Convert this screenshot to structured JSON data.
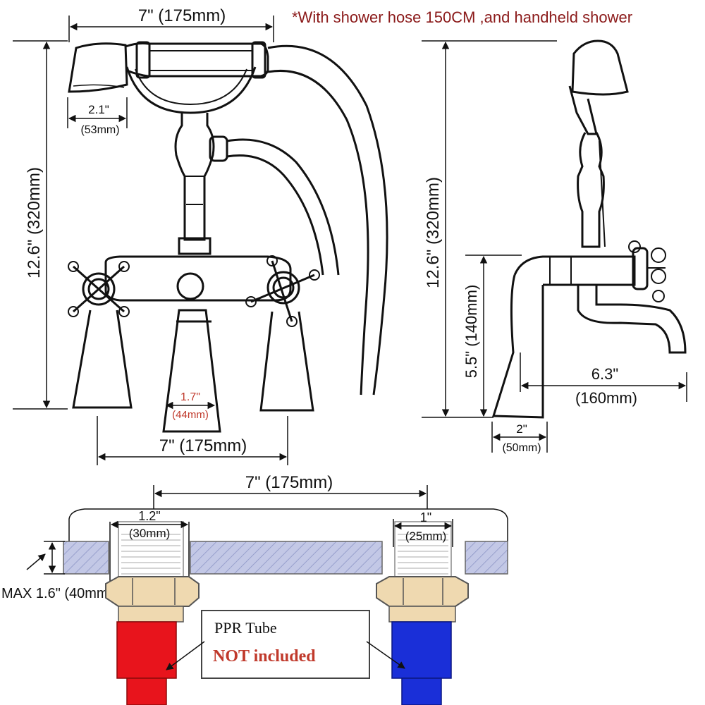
{
  "note": "*With shower hose 150CM ,and handheld shower",
  "front_view": {
    "top_width": "7\" (175mm)",
    "handset_width": "2.1\"",
    "handset_width_mm": "(53mm)",
    "height": "12.6\" (320mm)",
    "spout_width": "1.7\"",
    "spout_width_mm": "(44mm)",
    "base_width": "7\" (175mm)"
  },
  "side_view": {
    "height": "12.6\" (320mm)",
    "spout_height": "5.5\" (140mm)",
    "reach": "6.3\"",
    "reach_mm": "(160mm)",
    "base_width": "2\"",
    "base_width_mm": "(50mm)"
  },
  "install_view": {
    "center_distance": "7\" (175mm)",
    "left_hole": "1.2\"",
    "left_hole_mm": "(30mm)",
    "right_hole": "1\"",
    "right_hole_mm": "(25mm)",
    "max_thickness": "MAX 1.6\" (40mm)",
    "tube_label": "PPR Tube",
    "not_included": "NOT included"
  },
  "colors": {
    "note": "#8b1a1a",
    "spout_dim": "#c0392b",
    "hot_tube": "#e8141c",
    "cold_tube": "#1a2fd8",
    "not_included": "#c0392b",
    "fitting": "#efd9b0",
    "deck": "#b8bfe0"
  }
}
